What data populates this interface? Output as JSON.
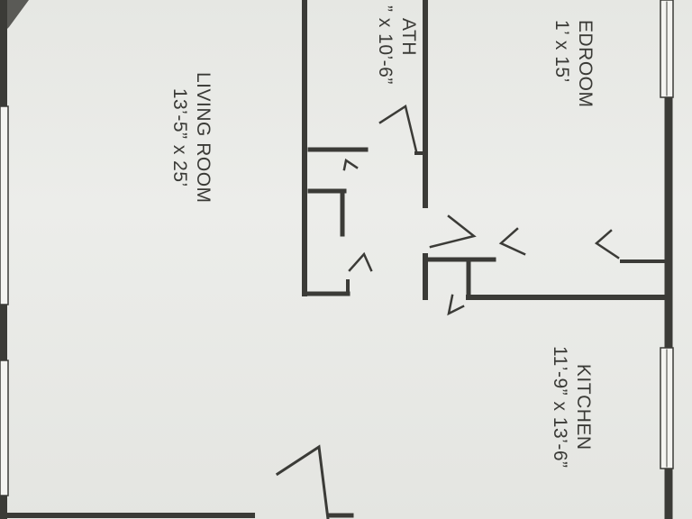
{
  "floorplan": {
    "rooms": [
      {
        "id": "living",
        "name": "LIVING ROOM",
        "size": "13’-5” x 25’"
      },
      {
        "id": "bath",
        "name": "ATH",
        "size": "” x 10’-6”"
      },
      {
        "id": "bedroom",
        "name": "EDROOM",
        "size": "1’ x 15’"
      },
      {
        "id": "kitchen",
        "name": "KITCHEN",
        "size": "11’-9” x 13’-6”"
      }
    ]
  },
  "colors": {
    "paper": "#e8e9e5",
    "ink": "#3b3b37",
    "window_glass": "#f4f4f1"
  }
}
